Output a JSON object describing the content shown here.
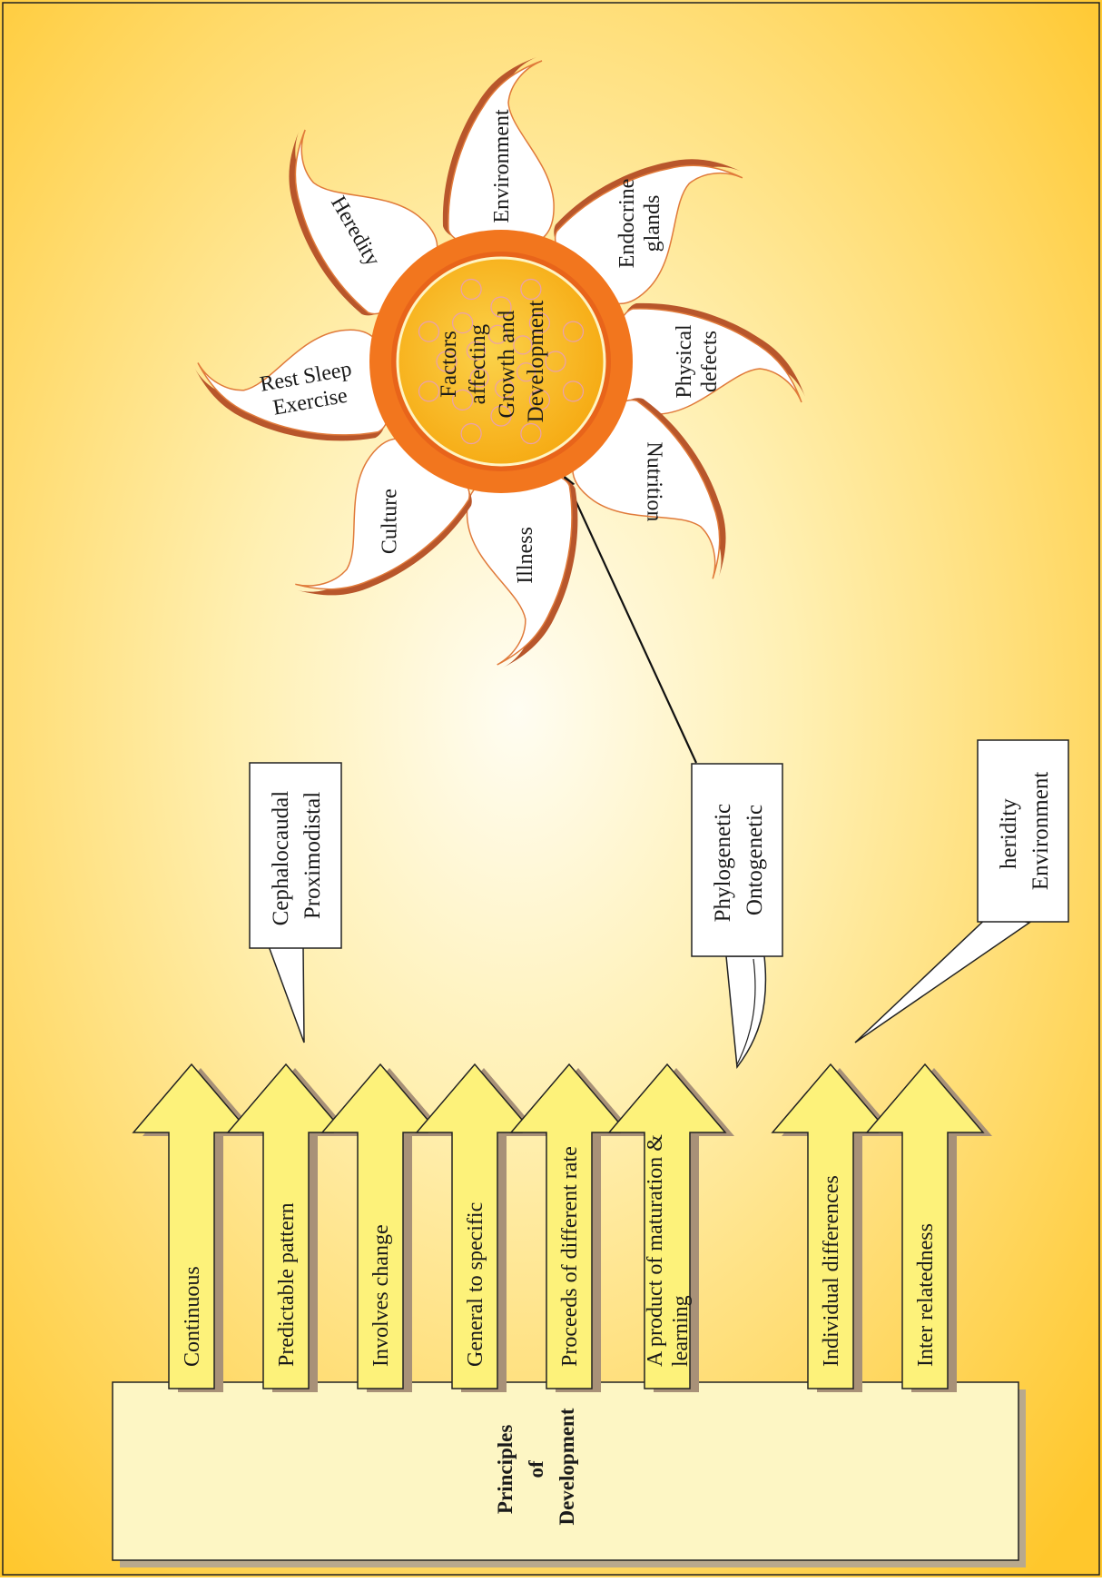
{
  "base": {
    "title_lines": [
      "Principles",
      "of",
      "Development"
    ]
  },
  "principles": [
    {
      "lines": [
        "Continuous"
      ]
    },
    {
      "lines": [
        "Predictable pattern"
      ]
    },
    {
      "lines": [
        "Involves change"
      ]
    },
    {
      "lines": [
        "General to specific"
      ]
    },
    {
      "lines": [
        "Proceeds of different rate"
      ]
    },
    {
      "lines": [
        "A product of maturation &",
        "learning"
      ]
    },
    {
      "lines": [
        "Individual differences"
      ]
    },
    {
      "lines": [
        "Inter relatedness"
      ]
    }
  ],
  "callouts": [
    {
      "lines": [
        "Cephalocaudal",
        "Proximodistal"
      ]
    },
    {
      "lines": [
        "Phylogenetic",
        "Ontogenetic"
      ]
    },
    {
      "lines": [
        "heridity",
        "Environment"
      ]
    }
  ],
  "flower": {
    "center_lines": [
      "Factors",
      "affecting",
      "Growth and",
      "Development"
    ],
    "petals": [
      {
        "label": "Environment"
      },
      {
        "label": "Endocrine glands"
      },
      {
        "label": "Physical defects"
      },
      {
        "label": "Nutrition"
      },
      {
        "label": "Illness"
      },
      {
        "label": "Culture"
      },
      {
        "label": "Rest Sleep Exercise"
      },
      {
        "label": "Heredity"
      }
    ]
  },
  "colors": {
    "bg_inner": "#fffdf2",
    "bg_outer": "#ffc72c",
    "arrow_fill": "#fdf27a",
    "arrow_shadow": "#a89178",
    "base_fill": "#fdf6c4",
    "petal_shadow": "#b8562b",
    "ring": "#f2761e",
    "center_fill": "#f9b316"
  }
}
